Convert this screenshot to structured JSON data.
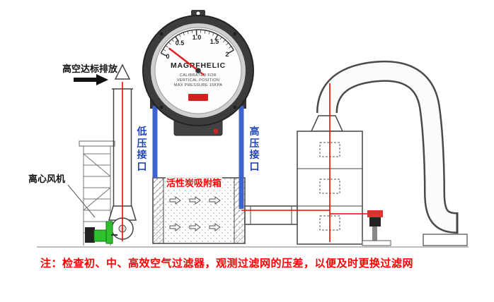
{
  "gauge": {
    "brand": "MAGRFHELIC",
    "cal_line1": "CALIBRATED FOR",
    "cal_line2": "VERTICAL POSITION",
    "cal_line3": "MAX PRESSURE 15KPA",
    "scale_labels": [
      "0",
      "0.5",
      "1.0",
      "1.5",
      "2"
    ],
    "range_min": 0,
    "range_max": 2,
    "value": 0.2
  },
  "labels": {
    "emission": "高空达标排放",
    "fan": "离心风机",
    "carbon_box": "活性炭吸附箱",
    "low_pressure_port": "低压接口",
    "high_pressure_port": "高压接口"
  },
  "note": "注：检查初、中、高效空气过滤器，观测过滤网的压差，以便及时更换过滤网",
  "colors": {
    "annotation_red": "#fe0000",
    "tube_blue": "#3f63cc",
    "needle_red": "#e02020",
    "machine_green": "#2fbf2f"
  }
}
